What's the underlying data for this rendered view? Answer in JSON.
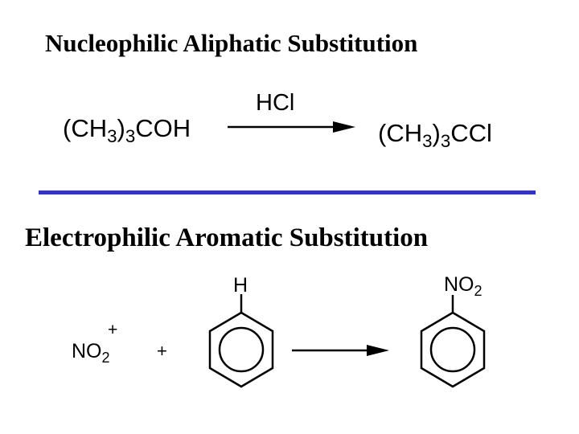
{
  "section_1": {
    "title": "Nucleophilic Aliphatic Substitution",
    "reactant": {
      "p1": "(CH",
      "s1": "3",
      "p2": ")",
      "s2": "3",
      "p3": "COH"
    },
    "reagent": "HCl",
    "product": {
      "p1": "(CH",
      "s1": "3",
      "p2": ")",
      "s2": "3",
      "p3": "CCl"
    }
  },
  "section_2": {
    "title": "Electrophilic Aromatic Substitution",
    "electrophile": {
      "text": "NO",
      "sub": "2",
      "charge": "+"
    },
    "plus": "+",
    "substituent_left": "H",
    "substituent_right": {
      "text": "NO",
      "sub": "2"
    }
  },
  "colors": {
    "divider": "#3333bb",
    "ink": "#000000"
  }
}
